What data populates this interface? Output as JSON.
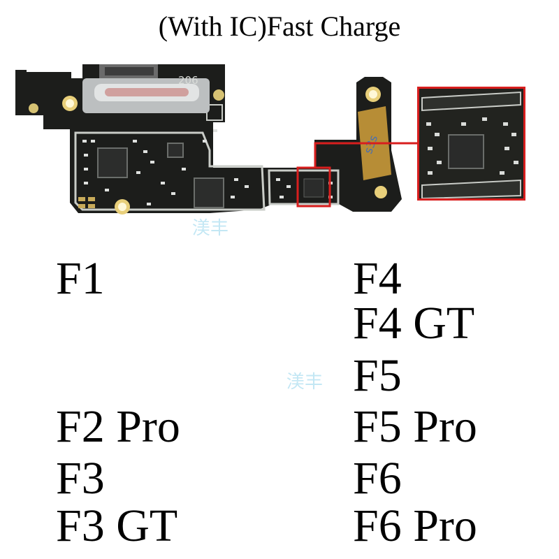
{
  "title": "(With IC)Fast Charge",
  "image": {
    "subject": "charging-port-board-photo",
    "board_marking": "206",
    "highlight_color": "#d81e1e",
    "board_color": "#1c1d1b",
    "trace_color": "#c9ccc7"
  },
  "watermark": "渼丰",
  "models": {
    "left": [
      "F1",
      "F2 Pro",
      "F3",
      "F3 GT"
    ],
    "right": [
      "F4",
      "F4 GT",
      "F5",
      "F5 Pro",
      "F6",
      "F6 Pro"
    ]
  }
}
